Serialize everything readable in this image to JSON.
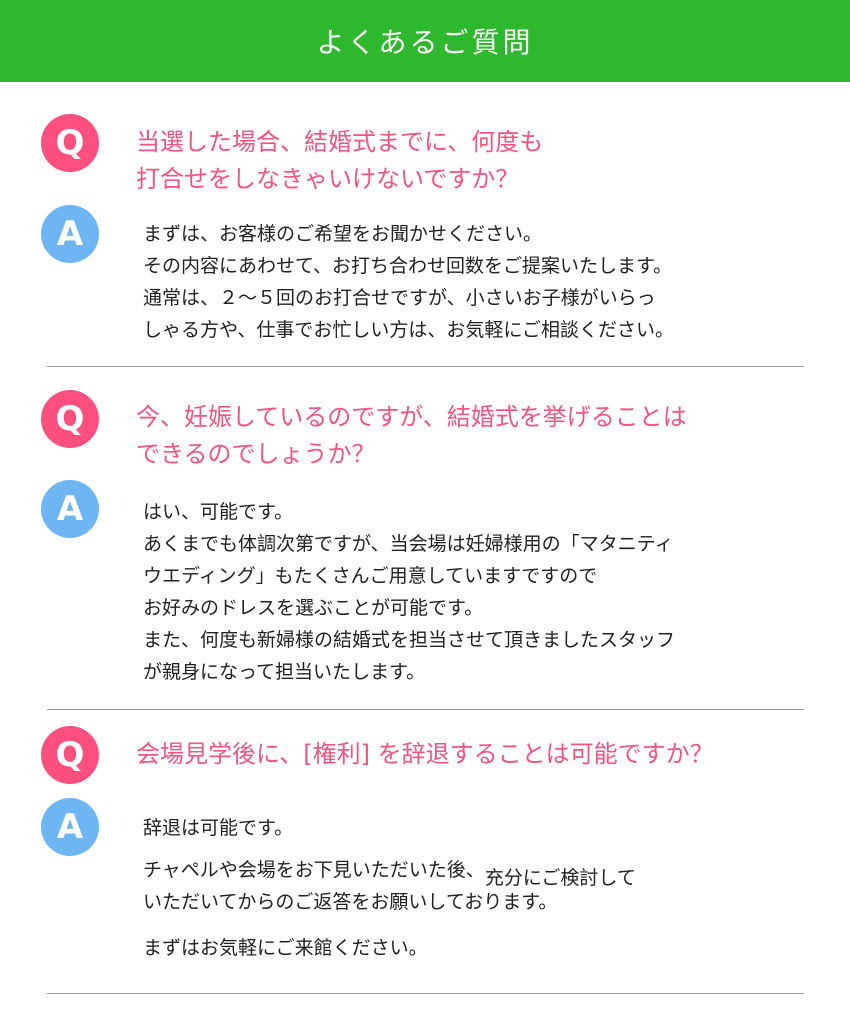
{
  "header": {
    "title": "よくあるご質問"
  },
  "badges": {
    "q": "Q",
    "a": "A"
  },
  "faqs": [
    {
      "question": [
        "当選した場合、結婚式までに、何度も",
        "打合せをしなきゃいけないですか？"
      ],
      "answer": [
        "まずは、お客様のご希望をお聞かせください。",
        "その内容にあわせて、お打ち合わせ回数をご提案いたします。",
        "通常は、２～５回のお打合せですが、小さいお子様がいらっ",
        "しゃる方や、仕事でお忙しい方は、お気軽にご相談ください。"
      ]
    },
    {
      "question": [
        "今、妊娠しているのですが、結婚式を挙げることは",
        "できるのでしょうか？"
      ],
      "answer": [
        "はい、可能です。",
        "あくまでも体調次第ですが、当会場は妊婦様用の「マタニティ",
        "ウエディング」もたくさんご用意していますですので",
        "お好みのドレスを選ぶことが可能です。",
        "また、何度も新婦様の結婚式を担当させて頂きましたスタッフ",
        "が親身になって担当いたします。"
      ]
    },
    {
      "question": [
        "会場見学後に、[権利] を辞退することは可能ですか？"
      ],
      "answer": [
        "辞退は可能です。",
        "チャペルや会場をお下見いただいた後、",
        "充分にご検討して",
        "いただいてからのご返答をお願いしております。",
        "まずはお気軽にご来館ください。"
      ]
    }
  ]
}
